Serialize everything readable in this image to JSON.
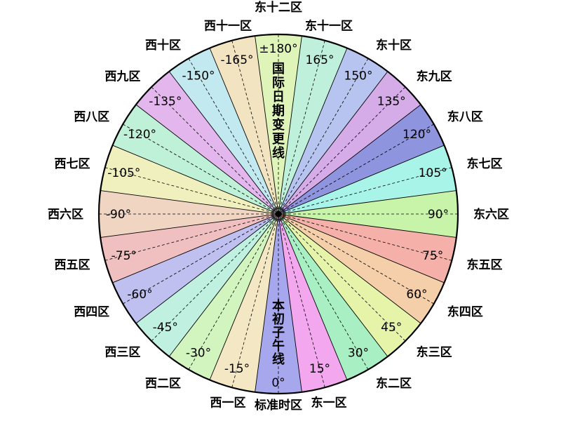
{
  "zones": [
    {
      "name": "标准时区",
      "degree": "0°",
      "color": "#a7a7ee"
    },
    {
      "name": "东一区",
      "degree": "15°",
      "color": "#f2a7ee"
    },
    {
      "name": "东二区",
      "degree": "30°",
      "color": "#a9efc4"
    },
    {
      "name": "东三区",
      "degree": "45°",
      "color": "#e6f4a9"
    },
    {
      "name": "东四区",
      "degree": "60°",
      "color": "#f4cfa9"
    },
    {
      "name": "东五区",
      "degree": "75°",
      "color": "#f4b0a9"
    },
    {
      "name": "东六区",
      "degree": "90°",
      "color": "#c8f4a9"
    },
    {
      "name": "东七区",
      "degree": "105°",
      "color": "#a9f4e8"
    },
    {
      "name": "东八区",
      "degree": "120°",
      "color": "#8f94df"
    },
    {
      "name": "东九区",
      "degree": "135°",
      "color": "#d6ace8"
    },
    {
      "name": "东十区",
      "degree": "150°",
      "color": "#b8c4f0"
    },
    {
      "name": "东十一区",
      "degree": "165°",
      "color": "#bff0dc"
    },
    {
      "name": "东十二区",
      "degree": "±180°",
      "color": "#def4b9"
    },
    {
      "name": "西十二区",
      "degree": "±180°",
      "color": "#def4b9"
    },
    {
      "name": "西十一区",
      "degree": "-165°",
      "color": "#f2e4c0"
    },
    {
      "name": "西十区",
      "degree": "-150°",
      "color": "#c2e8f0"
    },
    {
      "name": "西九区",
      "degree": "-135°",
      "color": "#e4b6ee"
    },
    {
      "name": "西八区",
      "degree": "-120°",
      "color": "#bff0d8"
    },
    {
      "name": "西七区",
      "degree": "-105°",
      "color": "#f0f0bf"
    },
    {
      "name": "西六区",
      "degree": "-90°",
      "color": "#f0d6c2"
    },
    {
      "name": "西五区",
      "degree": "-75°",
      "color": "#f0bfc0"
    },
    {
      "name": "西四区",
      "degree": "-60°",
      "color": "#c0c0f0"
    },
    {
      "name": "西三区",
      "degree": "-45°",
      "color": "#bff0e0"
    },
    {
      "name": "西二区",
      "degree": "-30°",
      "color": "#d2f4bf"
    },
    {
      "name": "西一区",
      "degree": "-15°",
      "color": "#f4e8c4"
    }
  ],
  "vertical_labels": {
    "international_date_line": "国际日期变更线",
    "prime_meridian": "本初子午线"
  },
  "colors": {
    "rim": "#000000"
  }
}
